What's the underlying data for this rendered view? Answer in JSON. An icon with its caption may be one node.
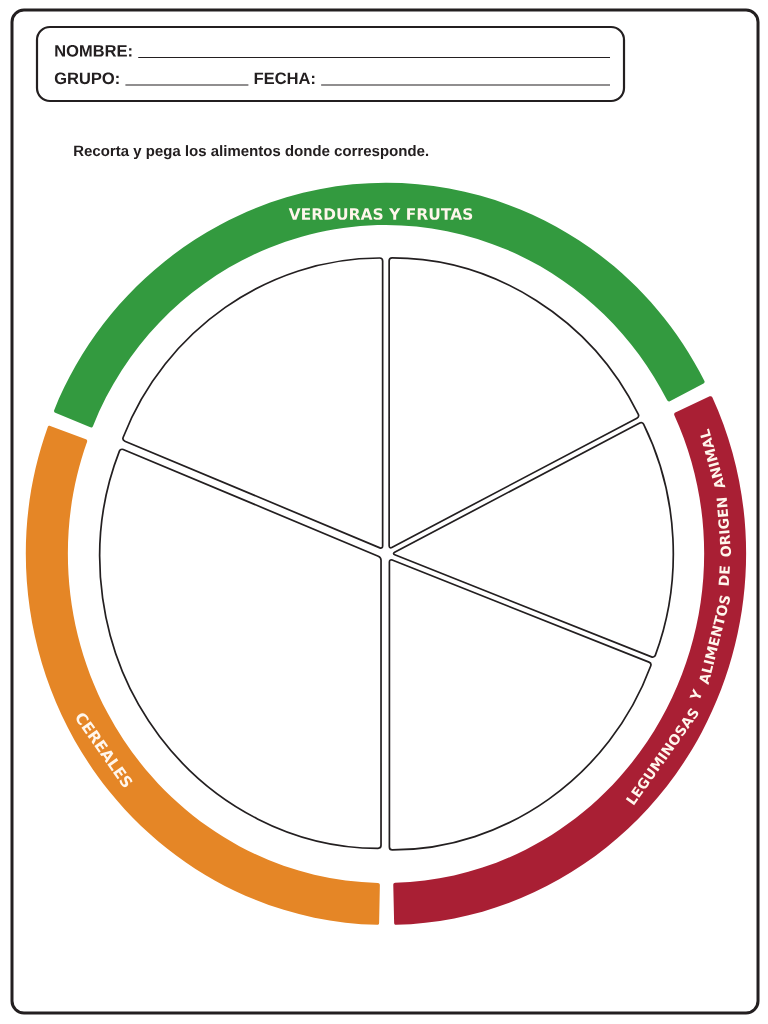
{
  "diagram": {
    "nodes": [
      {
        "text": [
          "NOMBRE:",
          "GRUPO:",
          "FECHA:"
        ]
      },
      {
        "text": [
          "VERDURAS Y FRUTAS"
        ]
      },
      {
        "text": [
          "CEREALES"
        ]
      },
      {
        "text": [
          "LEGUMINOSAS Y ALIMENTOS DE ORIGEN ANIMAL"
        ]
      },
      {
        "text": [],
        "shape": "wedge"
      },
      {
        "text": [],
        "shape": "wedge"
      },
      {
        "text": [],
        "shape": "wedge"
      },
      {
        "text": [],
        "shape": "wedge"
      },
      {
        "text": [],
        "shape": "wedge"
      }
    ],
    "labels": [
      "Recorta y pega los alimentos donde corresponde."
    ]
  }
}
